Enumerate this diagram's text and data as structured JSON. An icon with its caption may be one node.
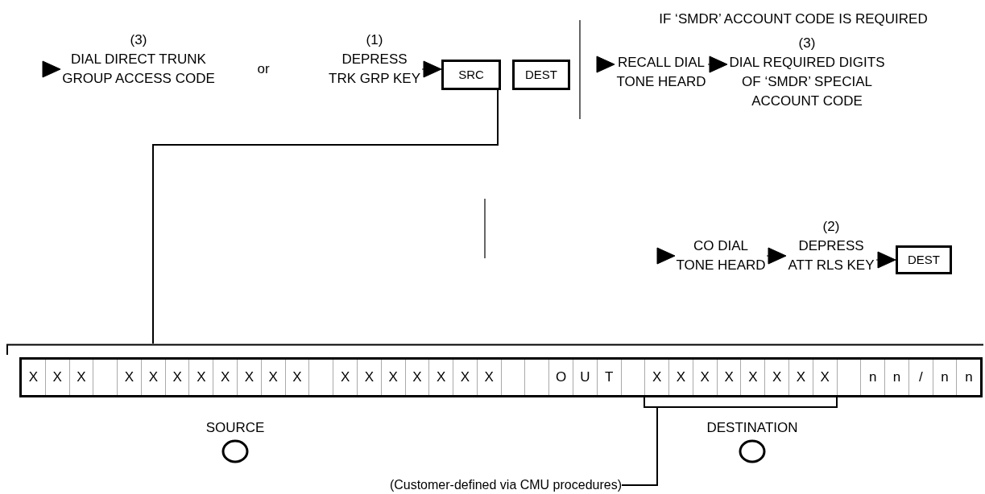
{
  "diagram": {
    "nodes": [
      {
        "text": [
          "(3)",
          "DIAL DIRECT TRUNK GROUP ACCESS CODE"
        ]
      },
      {
        "text": [
          "(1)",
          "DEPRESS TRK GRP KEY"
        ]
      },
      {
        "text": [
          "SRC"
        ]
      },
      {
        "text": [
          "DEST"
        ]
      },
      {
        "text": [
          "RECALL DIAL TONE HEARD"
        ]
      },
      {
        "text": [
          "(3)",
          "DIAL REQUIRED DIGITS OF ‘SMDR’ SPECIAL ACCOUNT CODE"
        ]
      },
      {
        "text": [
          "CO DIAL TONE HEARD"
        ]
      },
      {
        "text": [
          "(2)",
          "DEPRESS ATT RLS KEY"
        ]
      },
      {
        "text": [
          "DEST"
        ]
      },
      {
        "text": [
          "X",
          "X",
          "X",
          "X",
          "X",
          "X",
          "X",
          "X",
          "X",
          "X",
          "X",
          "X",
          "X",
          "X",
          "X",
          "X",
          "X",
          "X",
          "O",
          "U",
          "T",
          "X",
          "X",
          "X",
          "X",
          "X",
          "X",
          "X",
          "X",
          "n",
          "n",
          "/",
          "n",
          "n"
        ]
      },
      {
        "text": [],
        "shape": "bracket"
      },
      {
        "text": [
          "(Customer-defined via CMU procedures)"
        ]
      }
    ],
    "edges": [
      {
        "from": null,
        "to": 0,
        "arrow": "to"
      },
      {
        "from": 1,
        "to": 2,
        "arrow": "to"
      },
      {
        "from": null,
        "to": 4,
        "arrow": "to"
      },
      {
        "from": 4,
        "to": 5,
        "arrow": "to"
      },
      {
        "from": null,
        "to": 6,
        "arrow": "to"
      },
      {
        "from": 6,
        "to": 7,
        "arrow": "to"
      },
      {
        "from": 7,
        "to": 8,
        "arrow": "to"
      },
      {
        "from": 2,
        "to": 9,
        "arrow": "none"
      },
      {
        "from": 11,
        "to": 10,
        "arrow": "none"
      }
    ],
    "labels": [
      "IF ‘SMDR’ ACCOUNT CODE IS REQUIRED",
      "or",
      "SOURCE",
      "DESTINATION"
    ]
  }
}
